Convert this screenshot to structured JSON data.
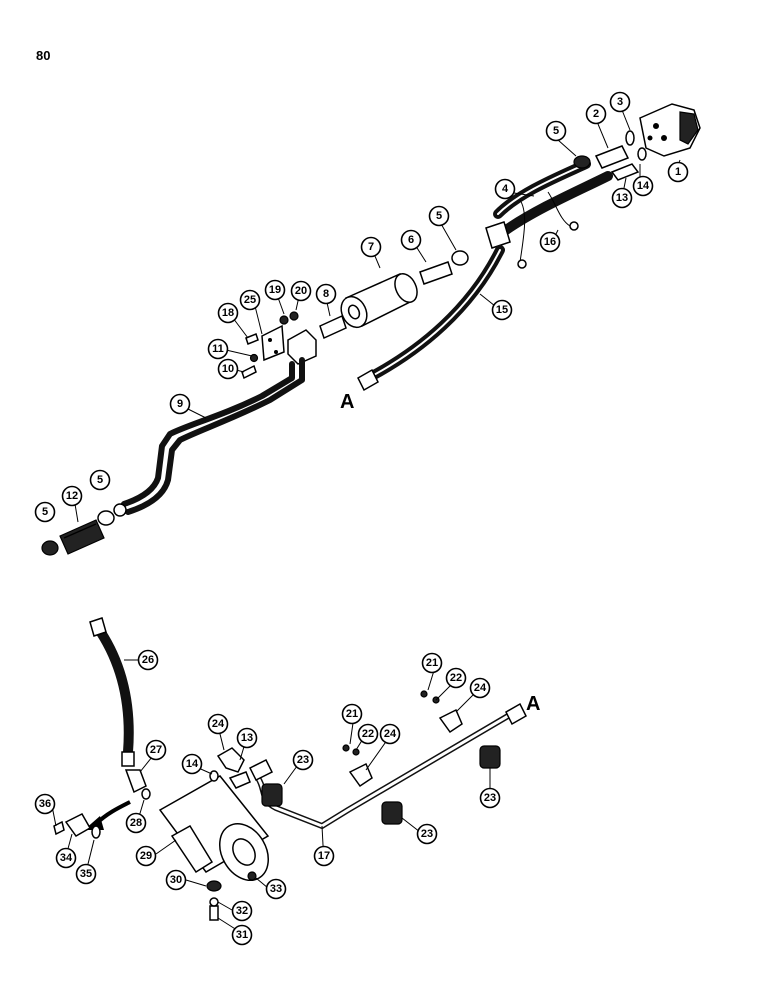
{
  "page_number": "80",
  "connection_letters": [
    "A",
    "A"
  ],
  "callouts": [
    {
      "id": "c1",
      "text": "1"
    },
    {
      "id": "c2",
      "text": "2"
    },
    {
      "id": "c3",
      "text": "3"
    },
    {
      "id": "c4",
      "text": "4"
    },
    {
      "id": "c5a",
      "text": "5"
    },
    {
      "id": "c5b",
      "text": "5"
    },
    {
      "id": "c5c",
      "text": "5"
    },
    {
      "id": "c5d",
      "text": "5"
    },
    {
      "id": "c6",
      "text": "6"
    },
    {
      "id": "c7",
      "text": "7"
    },
    {
      "id": "c8",
      "text": "8"
    },
    {
      "id": "c9",
      "text": "9"
    },
    {
      "id": "c10",
      "text": "10"
    },
    {
      "id": "c11",
      "text": "11"
    },
    {
      "id": "c12",
      "text": "12"
    },
    {
      "id": "c13a",
      "text": "13"
    },
    {
      "id": "c13b",
      "text": "13"
    },
    {
      "id": "c14a",
      "text": "14"
    },
    {
      "id": "c14b",
      "text": "14"
    },
    {
      "id": "c15",
      "text": "15"
    },
    {
      "id": "c16",
      "text": "16"
    },
    {
      "id": "c17",
      "text": "17"
    },
    {
      "id": "c18",
      "text": "18"
    },
    {
      "id": "c19",
      "text": "19"
    },
    {
      "id": "c20",
      "text": "20"
    },
    {
      "id": "c21a",
      "text": "21"
    },
    {
      "id": "c21b",
      "text": "21"
    },
    {
      "id": "c22a",
      "text": "22"
    },
    {
      "id": "c22b",
      "text": "22"
    },
    {
      "id": "c23a",
      "text": "23"
    },
    {
      "id": "c23b",
      "text": "23"
    },
    {
      "id": "c23c",
      "text": "23"
    },
    {
      "id": "c24a",
      "text": "24"
    },
    {
      "id": "c24b",
      "text": "24"
    },
    {
      "id": "c24c",
      "text": "24"
    },
    {
      "id": "c25",
      "text": "25"
    },
    {
      "id": "c26",
      "text": "26"
    },
    {
      "id": "c27",
      "text": "27"
    },
    {
      "id": "c28",
      "text": "28"
    },
    {
      "id": "c29",
      "text": "29"
    },
    {
      "id": "c30",
      "text": "30"
    },
    {
      "id": "c31",
      "text": "31"
    },
    {
      "id": "c32",
      "text": "32"
    },
    {
      "id": "c33",
      "text": "33"
    },
    {
      "id": "c34",
      "text": "34"
    },
    {
      "id": "c35",
      "text": "35"
    },
    {
      "id": "c36",
      "text": "36"
    }
  ]
}
